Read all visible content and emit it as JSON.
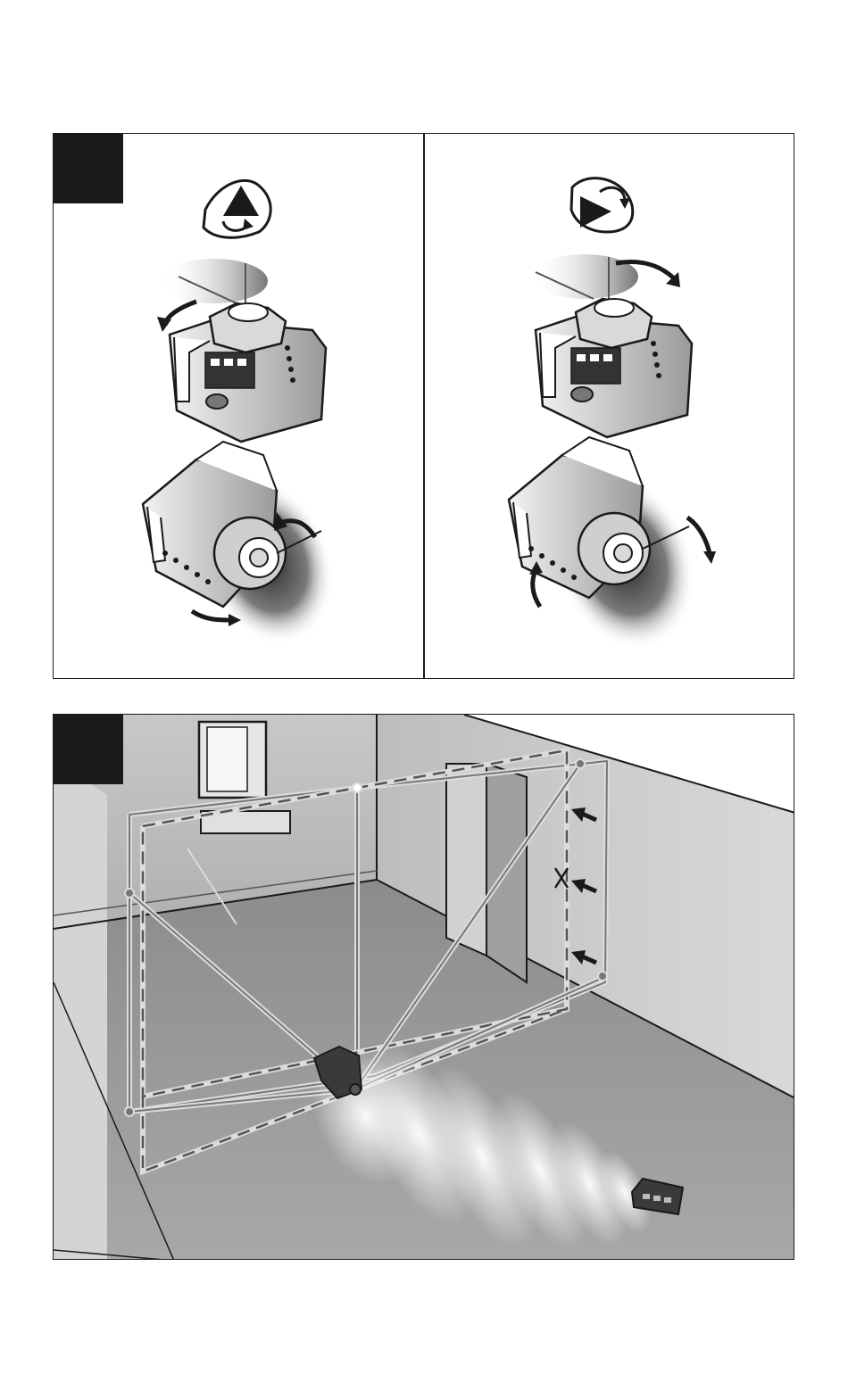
{
  "figures": [
    {
      "id": "rotation-controls",
      "panels": [
        "rotate-left",
        "rotate-right"
      ]
    },
    {
      "id": "room-laser-plane"
    }
  ],
  "colors": {
    "ink": "#1a1a1a",
    "mid": "#7a7a7a",
    "light": "#d9d9d9",
    "laser": "#6f6f6f"
  },
  "icons": [
    "rotate-counterclockwise-button-icon",
    "rotate-clockwise-button-icon",
    "rotation-arrow-icon",
    "remote-control-icon"
  ]
}
